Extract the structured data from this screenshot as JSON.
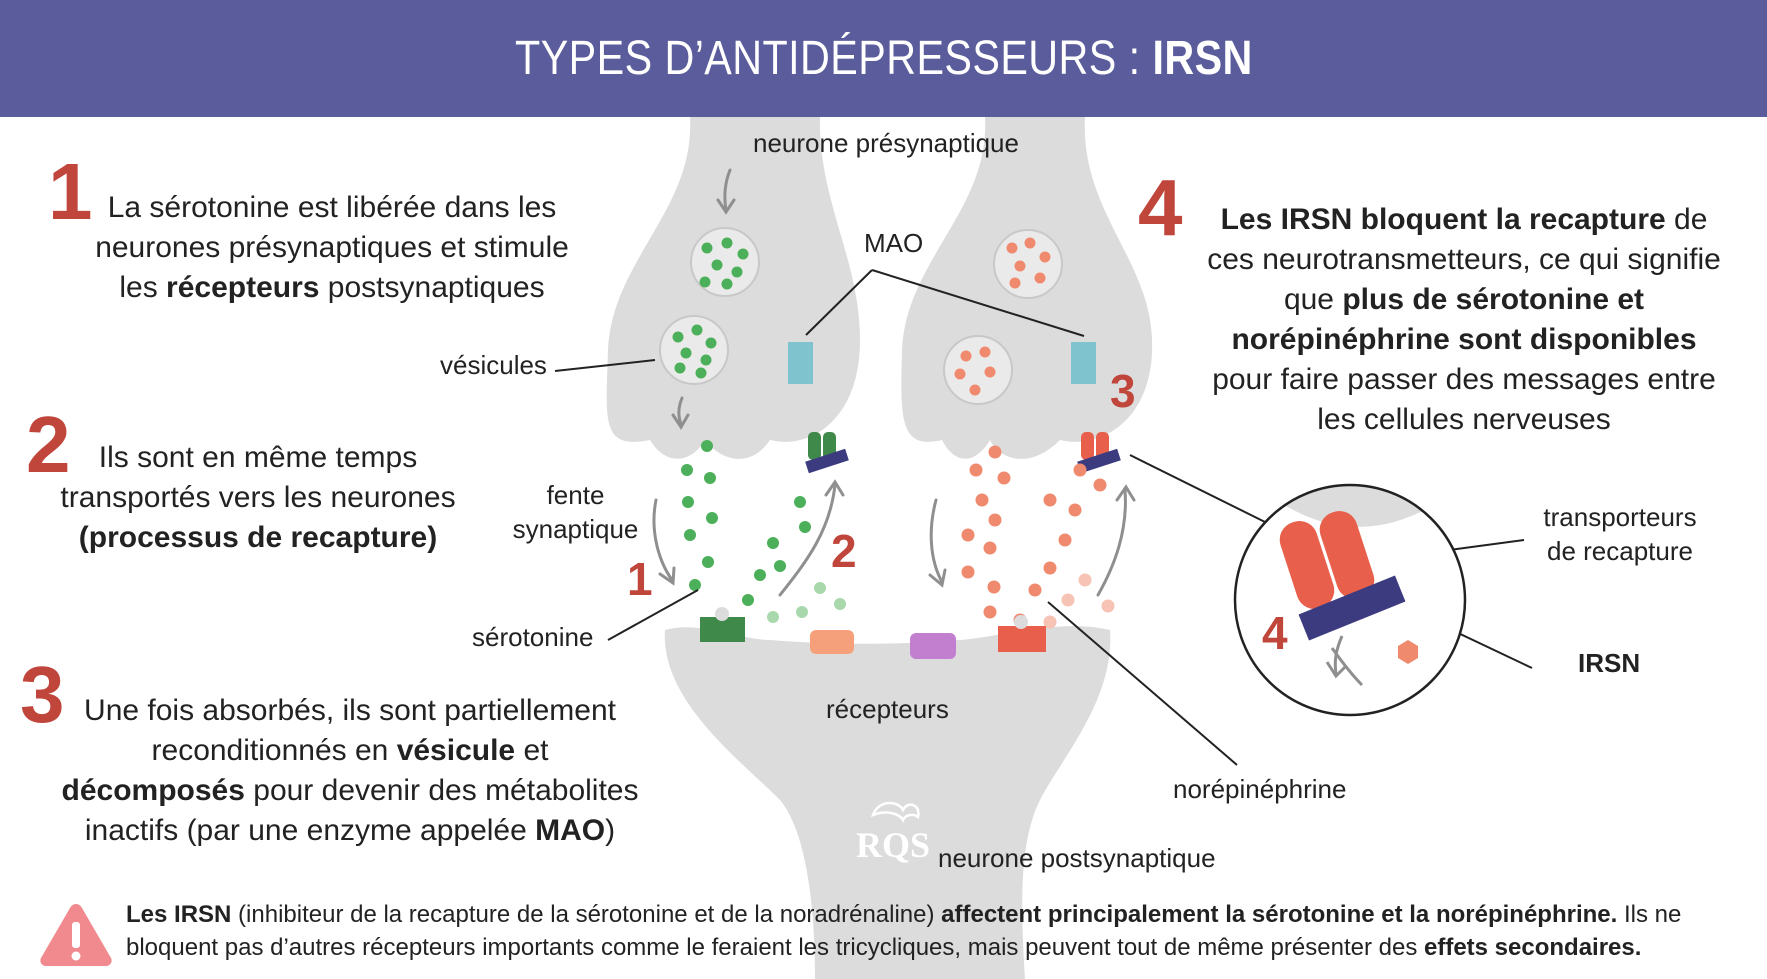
{
  "header": {
    "title_prefix": "TYPES D’ANTIDÉPRESSEURS : ",
    "title_bold": "IRSN"
  },
  "steps": [
    {
      "num": "1",
      "parts": [
        {
          "text": "La sérotonine est libérée dans les neurones présynaptiques et stimule les ",
          "bold": false
        },
        {
          "text": "récepteurs",
          "bold": true
        },
        {
          "text": " postsynaptiques",
          "bold": false
        }
      ]
    },
    {
      "num": "2",
      "parts": [
        {
          "text": "Ils sont en même temps transportés vers les neurones ",
          "bold": false
        },
        {
          "text": "(processus de recapture)",
          "bold": true
        }
      ]
    },
    {
      "num": "3",
      "parts": [
        {
          "text": "Une fois absorbés, ils sont partiellement reconditionnés en ",
          "bold": false
        },
        {
          "text": "vésicule",
          "bold": true
        },
        {
          "text": " et ",
          "bold": false
        },
        {
          "text": "décomposés",
          "bold": true
        },
        {
          "text": " pour devenir des métabolites inactifs (par une enzyme appelée ",
          "bold": false
        },
        {
          "text": "MAO",
          "bold": true
        },
        {
          "text": ")",
          "bold": false
        }
      ]
    },
    {
      "num": "4",
      "parts": [
        {
          "text": "Les IRSN bloquent la recapture",
          "bold": true
        },
        {
          "text": " de ces neurotransmetteurs, ce qui signifie que ",
          "bold": false
        },
        {
          "text": "plus de sérotonine et norépinéphrine sont disponibles",
          "bold": true
        },
        {
          "text": " pour faire passer des messages entre les cellules nerveuses",
          "bold": false
        }
      ]
    }
  ],
  "labels": {
    "presynaptic": "neurone présynaptique",
    "mao": "MAO",
    "vesicles": "vésicules",
    "cleft_line1": "fente",
    "cleft_line2": "synaptique",
    "serotonin": "sérotonine",
    "receptors": "récepteurs",
    "norepinephrine": "norépinéphrine",
    "postsynaptic": "neurone postsynaptique",
    "transporters_line1": "transporteurs",
    "transporters_line2": "de recapture",
    "irsn": "IRSN"
  },
  "diagram_numbers": {
    "left_1": "1",
    "left_2": "2",
    "right_3": "3",
    "zoom_4": "4"
  },
  "footer": {
    "parts": [
      {
        "text": "Les IRSN",
        "bold": true
      },
      {
        "text": " (inhibiteur de la recapture de la sérotonine et de la noradrénaline) ",
        "bold": false
      },
      {
        "text": "affectent principalement la sérotonine et la norépinéphrine.",
        "bold": true
      },
      {
        "text": " Ils ne bloquent pas d’autres récepteurs importants comme le feraient les tricycliques, mais peuvent tout de même présenter des ",
        "bold": false
      },
      {
        "text": "effets secondaires.",
        "bold": true
      }
    ]
  },
  "logo": {
    "letters": "RQS"
  },
  "colors": {
    "header_bg": "#5a5c9c",
    "accent_red": "#c0453a",
    "serotonin_green": "#4caf5a",
    "norepinephrine_orange": "#f08a6e",
    "neuron_gray": "#dcdcdc",
    "mao_blue": "#7fc3cf",
    "irsn_navy": "#3c3b80",
    "transporter_red": "#e8604b",
    "receptor_purple": "#c27fd0",
    "warning_pink": "#f08a8e"
  }
}
